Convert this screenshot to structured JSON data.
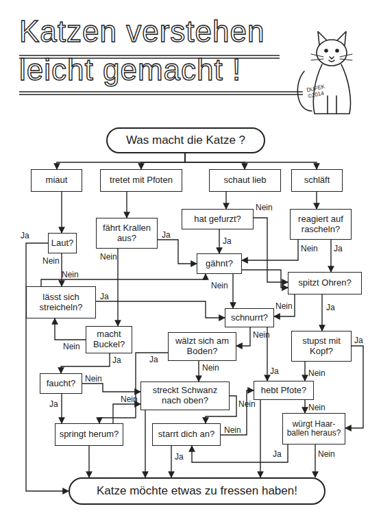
{
  "diagram": {
    "title": "Katzen verstehen leicht gemacht !",
    "nodes": [
      {
        "text": [
          "Was macht die Katze ?"
        ]
      },
      {
        "text": [
          "miaut"
        ]
      },
      {
        "text": [
          "tretet mit Pfoten"
        ]
      },
      {
        "text": [
          "schaut lieb"
        ]
      },
      {
        "text": [
          "schläft"
        ]
      },
      {
        "text": [
          "Laut?"
        ]
      },
      {
        "text": [
          "fährt Krallen aus?"
        ]
      },
      {
        "text": [
          "hat gefurzt?"
        ]
      },
      {
        "text": [
          "reagiert auf rascheln?"
        ]
      },
      {
        "text": [
          "gähnt?"
        ]
      },
      {
        "text": [
          "lässt sich streicheln?"
        ]
      },
      {
        "text": [
          "spitzt Ohren?"
        ]
      },
      {
        "text": [
          "schnurrt?"
        ]
      },
      {
        "text": [
          "macht Buckel?"
        ]
      },
      {
        "text": [
          "wälzt sich am Boden?"
        ]
      },
      {
        "text": [
          "stupst mit Kopf?"
        ]
      },
      {
        "text": [
          "faucht?"
        ]
      },
      {
        "text": [
          "streckt Schwanz nach oben?"
        ]
      },
      {
        "text": [
          "hebt Pfote?"
        ]
      },
      {
        "text": [
          "springt herum?"
        ]
      },
      {
        "text": [
          "starrt dich an?"
        ]
      },
      {
        "text": [
          "würgt Haar- ballen heraus?"
        ]
      },
      {
        "text": [
          "Katze möchte etwas zu fressen haben!"
        ]
      }
    ],
    "edges": [
      {
        "from": 0,
        "to": 1,
        "arrow": "to"
      },
      {
        "from": 0,
        "to": 2,
        "arrow": "to"
      },
      {
        "from": 0,
        "to": 3,
        "arrow": "to"
      },
      {
        "from": 0,
        "to": 4,
        "arrow": "to"
      },
      {
        "from": 1,
        "to": 5,
        "arrow": "to"
      },
      {
        "from": 5,
        "to": 22,
        "label": "Ja",
        "arrow": "to"
      },
      {
        "from": 5,
        "to": 10,
        "label": "Nein",
        "arrow": "to"
      },
      {
        "from": 2,
        "to": 6,
        "arrow": "to"
      },
      {
        "from": 6,
        "to": 9,
        "label": "Ja",
        "arrow": "to"
      },
      {
        "from": 6,
        "to": 13,
        "label": "Nein",
        "arrow": "to"
      },
      {
        "from": 3,
        "to": 7,
        "arrow": "to"
      },
      {
        "from": 4,
        "to": 8,
        "arrow": "to"
      },
      {
        "from": 7,
        "to": 9,
        "label": "Ja",
        "arrow": "to"
      },
      {
        "from": 7,
        "to": 11,
        "label": "Nein",
        "arrow": "to"
      },
      {
        "from": 8,
        "to": 11,
        "label": "Ja",
        "arrow": "to"
      },
      {
        "from": 8,
        "to": 9,
        "label": "Nein",
        "arrow": "to"
      },
      {
        "from": 10,
        "to": 12,
        "label": "Ja",
        "arrow": "to"
      },
      {
        "from": 10,
        "to": 9,
        "label": "Nein",
        "arrow": "to"
      },
      {
        "from": 9,
        "to": 12,
        "label": "Nein",
        "arrow": "to"
      },
      {
        "from": 9,
        "to": 11,
        "arrow": "to"
      },
      {
        "from": 11,
        "to": 15,
        "label": "Ja",
        "arrow": "to"
      },
      {
        "from": 11,
        "to": 12,
        "label": "Nein",
        "arrow": "to"
      },
      {
        "from": 12,
        "to": 14,
        "label": "Nein",
        "arrow": "to"
      },
      {
        "from": 12,
        "to": 18,
        "label": "Ja",
        "arrow": "to"
      },
      {
        "from": 13,
        "to": 16,
        "label": "Ja",
        "arrow": "to"
      },
      {
        "from": 13,
        "to": 10,
        "label": "Nein",
        "arrow": "to"
      },
      {
        "from": 14,
        "to": 19,
        "label": "Ja",
        "arrow": "to"
      },
      {
        "from": 14,
        "to": 17,
        "label": "Nein",
        "arrow": "to"
      },
      {
        "from": 15,
        "to": 21,
        "label": "Ja",
        "arrow": "to"
      },
      {
        "from": 15,
        "to": 18,
        "label": "Nein",
        "arrow": "to"
      },
      {
        "from": 16,
        "to": 19,
        "label": "Ja",
        "arrow": "to"
      },
      {
        "from": 16,
        "to": 17,
        "label": "Nein",
        "arrow": "to"
      },
      {
        "from": 19,
        "to": 17,
        "label": "Nein",
        "arrow": "to"
      },
      {
        "from": 17,
        "to": 20,
        "label": "Nein",
        "arrow": "to"
      },
      {
        "from": 17,
        "to": 22,
        "arrow": "to"
      },
      {
        "from": 18,
        "to": 21,
        "label": "Nein",
        "arrow": "to"
      },
      {
        "from": 18,
        "to": 22,
        "arrow": "to"
      },
      {
        "from": 20,
        "to": 22,
        "label": "Ja",
        "arrow": "to"
      },
      {
        "from": 20,
        "to": 18,
        "label": "Nein",
        "arrow": "to"
      },
      {
        "from": 21,
        "to": 20,
        "label": "Ja",
        "arrow": "to"
      },
      {
        "from": 21,
        "to": 22,
        "label": "Nein",
        "arrow": "to"
      },
      {
        "from": 19,
        "to": 22,
        "arrow": "to"
      }
    ],
    "labels": [
      "DUFEK ©2014"
    ]
  }
}
